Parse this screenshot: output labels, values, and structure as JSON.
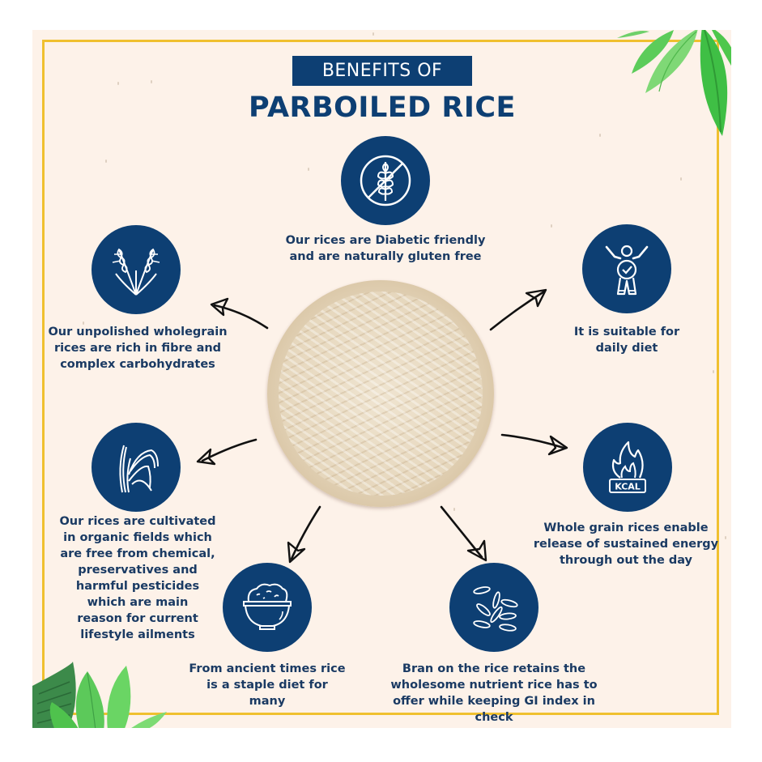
{
  "header": {
    "subtitle": "BENEFITS OF",
    "title": "PARBOILED RICE"
  },
  "colors": {
    "navy": "#0d3f73",
    "text": "#1a3a63",
    "background": "#fdf2e9",
    "border_gold": "#f0c02f",
    "leaf_green": "#4cc44a"
  },
  "center_image": "bowl-of-parboiled-rice",
  "benefits": [
    {
      "id": "gluten-free",
      "icon": "no-wheat-icon",
      "text_lines": [
        "Our rices are Diabetic friendly",
        "and are naturally gluten free"
      ]
    },
    {
      "id": "wholegrain",
      "icon": "wheat-stalks-icon",
      "text_lines": [
        "Our unpolished wholegrain",
        "rices are rich in fibre and",
        "complex carbohydrates"
      ]
    },
    {
      "id": "daily-diet",
      "icon": "healthy-person-icon",
      "text_lines": [
        "It is suitable for",
        "daily diet"
      ]
    },
    {
      "id": "organic",
      "icon": "rice-plant-icon",
      "text_lines": [
        "Our rices are cultivated",
        "in organic fields which",
        "are free from chemical,",
        "preservatives and",
        "harmful pesticides",
        "which are main",
        "reason for current",
        "lifestyle ailments"
      ]
    },
    {
      "id": "energy",
      "icon": "kcal-flame-icon",
      "icon_label": "KCAL",
      "text_lines": [
        "Whole grain rices enable",
        "release of sustained energy",
        "through out the day"
      ]
    },
    {
      "id": "staple",
      "icon": "rice-bowl-icon",
      "text_lines": [
        "From ancient times rice",
        "is a staple diet for",
        "many"
      ]
    },
    {
      "id": "bran",
      "icon": "rice-grains-icon",
      "text_lines": [
        "Bran on the rice retains the",
        "wholesome nutrient rice has to",
        "offer while keeping GI index in check"
      ]
    }
  ]
}
